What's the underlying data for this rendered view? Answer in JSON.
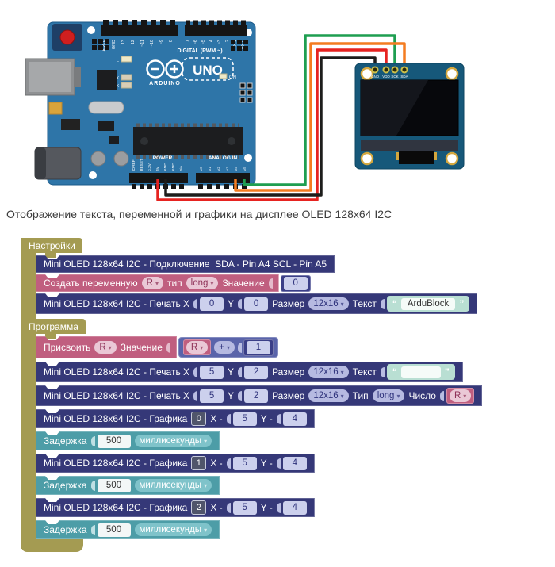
{
  "caption": "Отображение текста, переменной и графики на дисплее OLED 128x64 I2C",
  "circuit": {
    "arduino": {
      "brand": "ARDUINO",
      "model": "UNO",
      "on_label": "ON",
      "digital_label": "DIGITAL (PWM ~)",
      "led_l": "L",
      "led_tx": "TX",
      "led_rx": "RX",
      "digital_pins": [
        "AREF",
        "GND",
        "13",
        "12",
        "~11",
        "~10",
        "~9",
        "8",
        "7",
        "~6",
        "~5",
        "4",
        "~3",
        "2",
        "TX-1",
        "RX-0"
      ],
      "power_label": "POWER",
      "power_pins": [
        "IOREF",
        "RESET",
        "3.3V",
        "5V",
        "GND",
        "GND",
        "Vin"
      ],
      "analog_label": "ANALOG IN",
      "analog_pins": [
        "A0",
        "A1",
        "A2",
        "A3",
        "A4",
        "A5"
      ]
    },
    "oled": {
      "pins": [
        "GND",
        "VDD",
        "SCK",
        "SDA"
      ]
    },
    "wires": {
      "green": "#1e9e50",
      "orange": "#f47c20",
      "red": "#e62320",
      "black": "#1d1d1b"
    }
  },
  "workspace": {
    "settings_label": "Настройки",
    "program_label": "Программа",
    "blocks": {
      "connect": {
        "label": "Mini OLED 128x64 I2C - Подключение  SDA - Pin A4 SCL - Pin A5"
      },
      "create_var": {
        "label": "Создать переменную",
        "var": "R",
        "type_label": "тип",
        "type": "long",
        "value_label": "Значение",
        "value": "0"
      },
      "print_text1": {
        "label": "Mini OLED 128x64 I2C - Печать X",
        "x": "0",
        "y_label": "Y",
        "y": "0",
        "size_label": "Размер",
        "size": "12x16",
        "text_label": "Текст",
        "text": "ArduBlock"
      },
      "assign": {
        "label": "Присвоить",
        "var": "R",
        "value_label": "Значение",
        "expr_var": "R",
        "op": "+",
        "operand": "1"
      },
      "print_text2": {
        "label": "Mini OLED 128x64 I2C - Печать X",
        "x": "5",
        "y_label": "Y",
        "y": "2",
        "size_label": "Размер",
        "size": "12x16",
        "text_label": "Текст",
        "text": ""
      },
      "print_num": {
        "label": "Mini OLED 128x64 I2C - Печать X",
        "x": "5",
        "y_label": "Y",
        "y": "2",
        "size_label": "Размер",
        "size": "12x16",
        "type_label": "Тип",
        "type": "long",
        "num_label": "Число",
        "var": "R"
      },
      "graphic0": {
        "label": "Mini OLED 128x64 I2C - Графика",
        "index": "0",
        "x_label": "X -",
        "x": "5",
        "y_label": "Y -",
        "y": "4"
      },
      "graphic1": {
        "label": "Mini OLED 128x64 I2C - Графика",
        "index": "1",
        "x_label": "X -",
        "x": "5",
        "y_label": "Y -",
        "y": "4"
      },
      "graphic2": {
        "label": "Mini OLED 128x64 I2C - Графика",
        "index": "2",
        "x_label": "X -",
        "x": "5",
        "y_label": "Y -",
        "y": "4"
      },
      "delay": {
        "label": "Задержка",
        "ms": "500",
        "unit": "миллисекунды"
      }
    }
  }
}
